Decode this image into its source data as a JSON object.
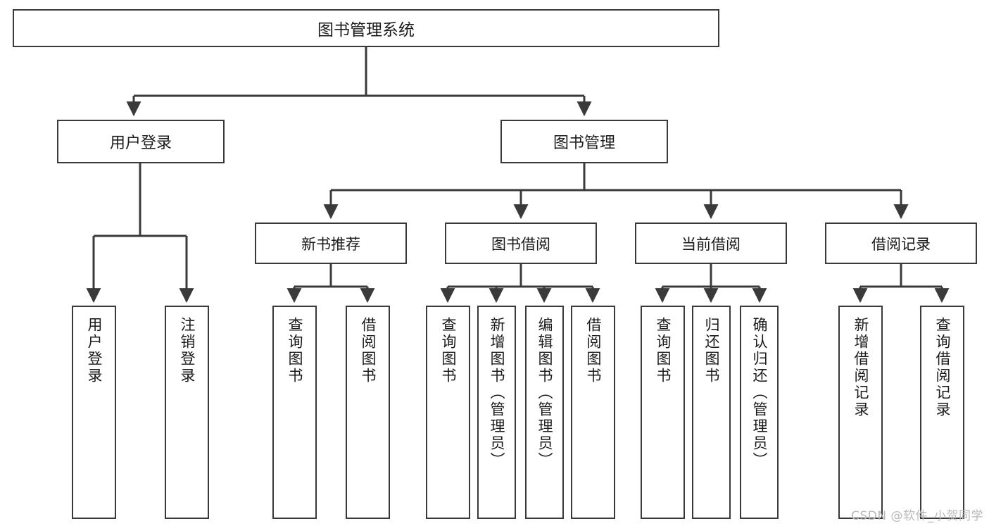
{
  "diagram": {
    "title": "图书管理系统",
    "watermark": "CSDN @软件_小贺同学",
    "colors": {
      "background": "#ffffff",
      "box_border": "#3a3a3a",
      "connector": "#3a3a3a",
      "text": "#1a1a1a",
      "watermark": "#b9b9b9"
    },
    "root": {
      "label": "图书管理系统"
    },
    "level1": [
      {
        "label": "用户登录"
      },
      {
        "label": "图书管理"
      }
    ],
    "level2": [
      {
        "label": "新书推荐"
      },
      {
        "label": "图书借阅"
      },
      {
        "label": "当前借阅"
      },
      {
        "label": "借阅记录"
      }
    ],
    "leaves": {
      "user_login": [
        {
          "label": "用户登录"
        },
        {
          "label": "注销登录"
        }
      ],
      "new_book_recommend": [
        {
          "label": "查询图书"
        },
        {
          "label": "借阅图书"
        }
      ],
      "book_borrow": [
        {
          "label": "查询图书"
        },
        {
          "label": "新增图书（管理员）"
        },
        {
          "label": "编辑图书（管理员）"
        },
        {
          "label": "借阅图书"
        }
      ],
      "current_borrow": [
        {
          "label": "查询图书"
        },
        {
          "label": "归还图书"
        },
        {
          "label": "确认归还（管理员）"
        }
      ],
      "borrow_record": [
        {
          "label": "新增借阅记录"
        },
        {
          "label": "查询借阅记录"
        }
      ]
    }
  }
}
